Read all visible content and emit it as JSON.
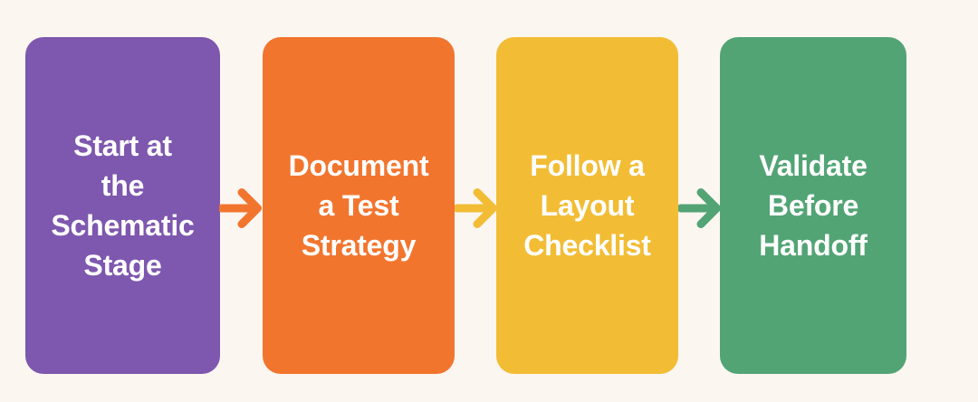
{
  "page": {
    "background": "#FCF6F1"
  },
  "diagram": {
    "steps": [
      {
        "label": "Start at the Schematic Stage",
        "lines": [
          "Start at",
          "the",
          "Schematic",
          "Stage"
        ],
        "color": "#7E57AE",
        "text_color": "#FFFFFF"
      },
      {
        "label": "Document a Test Strategy",
        "lines": [
          "Document",
          "a Test",
          "Strategy"
        ],
        "color": "#F2752E",
        "text_color": "#FFFFFF"
      },
      {
        "label": "Follow a Layout Checklist",
        "lines": [
          "Follow a",
          "Layout",
          "Checklist"
        ],
        "color": "#F2BD35",
        "text_color": "#FFFFFF"
      },
      {
        "label": "Validate Before Handoff",
        "lines": [
          "Validate",
          "Before",
          "Handoff"
        ],
        "color": "#52A475",
        "text_color": "#FFFFFF"
      }
    ],
    "arrows": [
      {
        "direction": "right",
        "color": "#F2752E"
      },
      {
        "direction": "right",
        "color": "#F2BD35"
      },
      {
        "direction": "right",
        "color": "#52A475"
      }
    ]
  }
}
